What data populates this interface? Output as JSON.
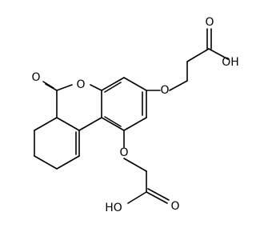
{
  "labels": {
    "acid_top_carbonyl_o": "O",
    "acid_top_hydroxyl": "OH",
    "ether_top_o": "O",
    "ring_o": "O",
    "lactone_carbonyl_o": "O",
    "ether_bottom_o": "O",
    "acid_bottom_hydroxyl": "HO",
    "acid_bottom_carbonyl_o": "O"
  }
}
